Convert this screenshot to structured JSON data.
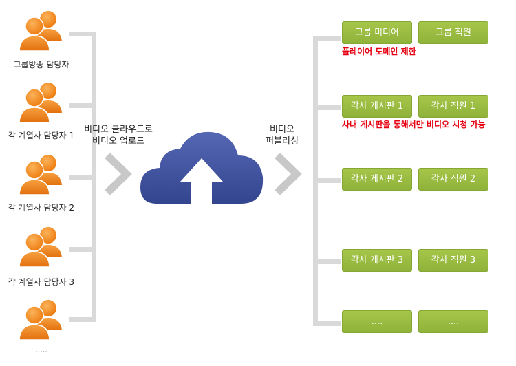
{
  "uploaders": [
    {
      "label": "그룹방송 담당자"
    },
    {
      "label": "각 계열사 담당자 1"
    },
    {
      "label": "각 계열사 담당자 2"
    },
    {
      "label": "각 계열사 담당자 3"
    },
    {
      "label": "....."
    }
  ],
  "upload_caption": {
    "line1": "비디오 클라우드로",
    "line2": "비디오 업로드"
  },
  "publish_caption": {
    "line1": "비디오",
    "line2": "퍼블리싱"
  },
  "destinations": [
    {
      "left": "그룹 미디어",
      "right": "그룹 직원",
      "note": "플레이어 도메인 제한"
    },
    {
      "left": "각사 게시판 1",
      "right": "각사 직원 1",
      "note": "사내 게시판을 통해서만 비디오 시청 가능"
    },
    {
      "left": "각사 게시판 2",
      "right": "각사 직원 2",
      "note": ""
    },
    {
      "left": "각사 게시판 3",
      "right": "각사 직원 3",
      "note": ""
    },
    {
      "left": "....",
      "right": "....",
      "note": ""
    }
  ],
  "colors": {
    "user_orange": "#f08a1c",
    "connector_gray": "#d9d9d9",
    "chevron_gray": "#c8c8c8",
    "cloud_blue": "#3e4f9c",
    "pill_green": "#96b63f",
    "note_red": "#e60012"
  },
  "icons": [
    "user-group-icon",
    "upload-cloud-icon",
    "chevron-right-icon"
  ]
}
